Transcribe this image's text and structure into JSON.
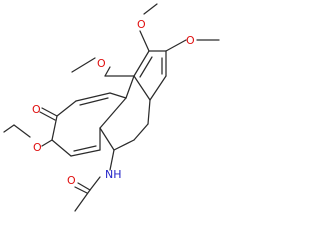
{
  "molecule": {
    "atoms": {
      "o_c1": "O",
      "o_c2": "O",
      "o_c3": "O",
      "o_keto": "O",
      "o_ethoxy": "O",
      "o_acetyl": "O",
      "n_amide": "NH"
    },
    "colors": {
      "bond": "#2b2b2b",
      "oxygen": "#e01010",
      "nitrogen": "#2525c8"
    }
  }
}
